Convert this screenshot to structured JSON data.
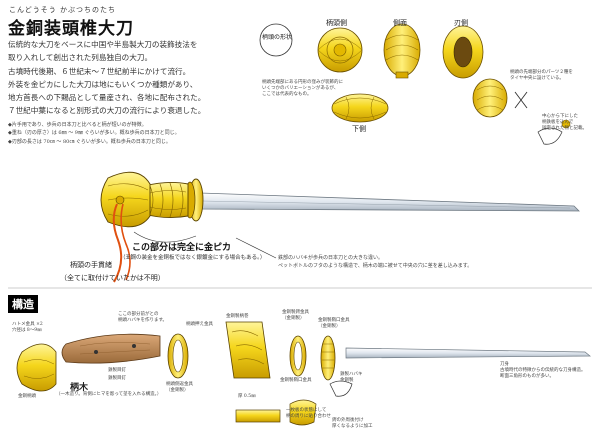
{
  "header": {
    "ruby": "こんどうそう かぶつちのたち",
    "title": "金銅装頭椎大刀"
  },
  "intro": [
    "伝統的な大刀をベースに中国や半島製大刀の装飾技法を",
    "取り入れして創出された列島独自の大刀。",
    "古墳時代後期、６世紀末〜７世紀前半にかけて流行。",
    "外装を金ピカにした大刀は地にもいくつか種類があり、",
    "地方首長への下賜品として量産され、各地に配布された。",
    "７世紀中葉になると別形式の大刀の流行により衰退した。"
  ],
  "notes": [
    "◆片手用であり、歩兵の日本刀と比べると柄が短いのが特徴。",
    "◆重ね（刃の厚さ）は 6㎜ 〜 9㎜ ぐらいが多い。概ね歩兵の日本刀と同じ。",
    "◆刃部の長さは 70㎝ 〜 80㎝ ぐらいが多い。概ね歩兵の日本刀と同じ。"
  ],
  "pommel_views": {
    "shape_label": "柄頭の形状",
    "view_labels": [
      "柄頭側",
      "側面",
      "刃側",
      "下側"
    ],
    "note": [
      "柄頭先端部にある円形の窪みが装飾的に",
      "いくつかのバリエーションがあるが、",
      "ここでは代表的なもの。"
    ]
  },
  "side_note": [
    "柄頭の先端部分のパーツ２種を",
    "タイヤ中央に設けている。",
    "中心から下にした",
    "柄鉄板を込んで",
    "固定された物と記載。"
  ],
  "callout": {
    "title": "この部分は完全に金ピカ",
    "sub": "（표鋼の装金を金銅板ではなく銀鍍金にする場合もある。）"
  },
  "cord": {
    "label": "柄頭の手貫緒",
    "sub": "（全てに取付けていたかは不明）"
  },
  "habaki_note": [
    "鉄部のハバキが歩兵の日本刀との大きな違い。",
    "ペットボトルのフタのような構造で、柄木の端に被せて中央の穴に茎を差し込みます。"
  ],
  "structure": {
    "title": "構造",
    "parts": {
      "kinpaku": "金銅柄頭",
      "tsukagi": "柄木",
      "tsukagi_sub": "（一木造り。背側にヒマを彫って茎を入れる構造。）",
      "lbl1": "ハトメ金具 ×2",
      "lbl1b": "穴径は 8〜9㎜",
      "lbl2": "ここの部分前がとの",
      "lbl2b": "柄頭ハバキを作ります。",
      "lbl3": "鉄製目釘",
      "lbl4": "鉄製目釘",
      "lbl5": "柄頭押え金具",
      "lbl6": "金銅製柄巻",
      "lbl7": "柄頭側返金具",
      "lbl8": "（金銅製）",
      "lbl9": "厚 0.5㎜",
      "lbl10": "金銅製鍔金具",
      "lbl11": "（金銅製）",
      "lbl12": "金銅製鞘口金具",
      "lbl13": "鉄製ハバキ",
      "lbl14": "金銅製",
      "lbl15": "金銅製鞘口金具",
      "lbl16": "（金銅製）",
      "lbl17": "刀身",
      "lbl18": "古墳時代の特徴からの伝統的な刀身構造。",
      "lbl19": "断面三角形のものが多い。",
      "lbl20": "一枚板の状態にして",
      "lbl21": "柄の周りに貼り合わせ",
      "lbl22": "鍔の外周後付け",
      "lbl23": "厚くなるように加工"
    }
  },
  "colors": {
    "gold": "#f3d21c",
    "gold_dark": "#b38a00",
    "gold_light": "#fff3a0",
    "wood": "#c08a55",
    "blade": "#e9eef3",
    "cord": "#e05010",
    "ink": "#2a2a2a"
  }
}
